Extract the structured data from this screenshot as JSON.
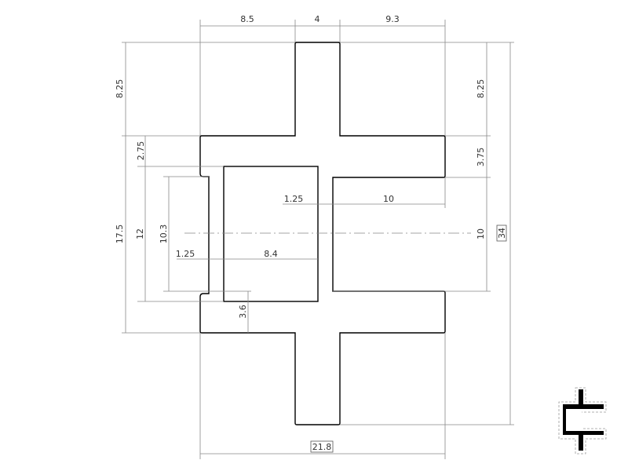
{
  "drawing": {
    "dimensions": {
      "top_left_width": "8.5",
      "stem_width": "4",
      "top_right_width": "9.3",
      "top_left_height": "8.25",
      "top_right_height": "8.25",
      "left_arm_offset": "2.75",
      "right_arm_thickness": "3.75",
      "left_total_height": "17.5",
      "inner_height": "12",
      "groove_height": "10.3",
      "left_wall": "1.25",
      "inner_width": "8.4",
      "right_wall": "1.25",
      "right_slot_width": "10",
      "right_slot_height": "10",
      "bottom_offset": "3.6",
      "overall_height": "34",
      "overall_width": "21.8"
    }
  }
}
